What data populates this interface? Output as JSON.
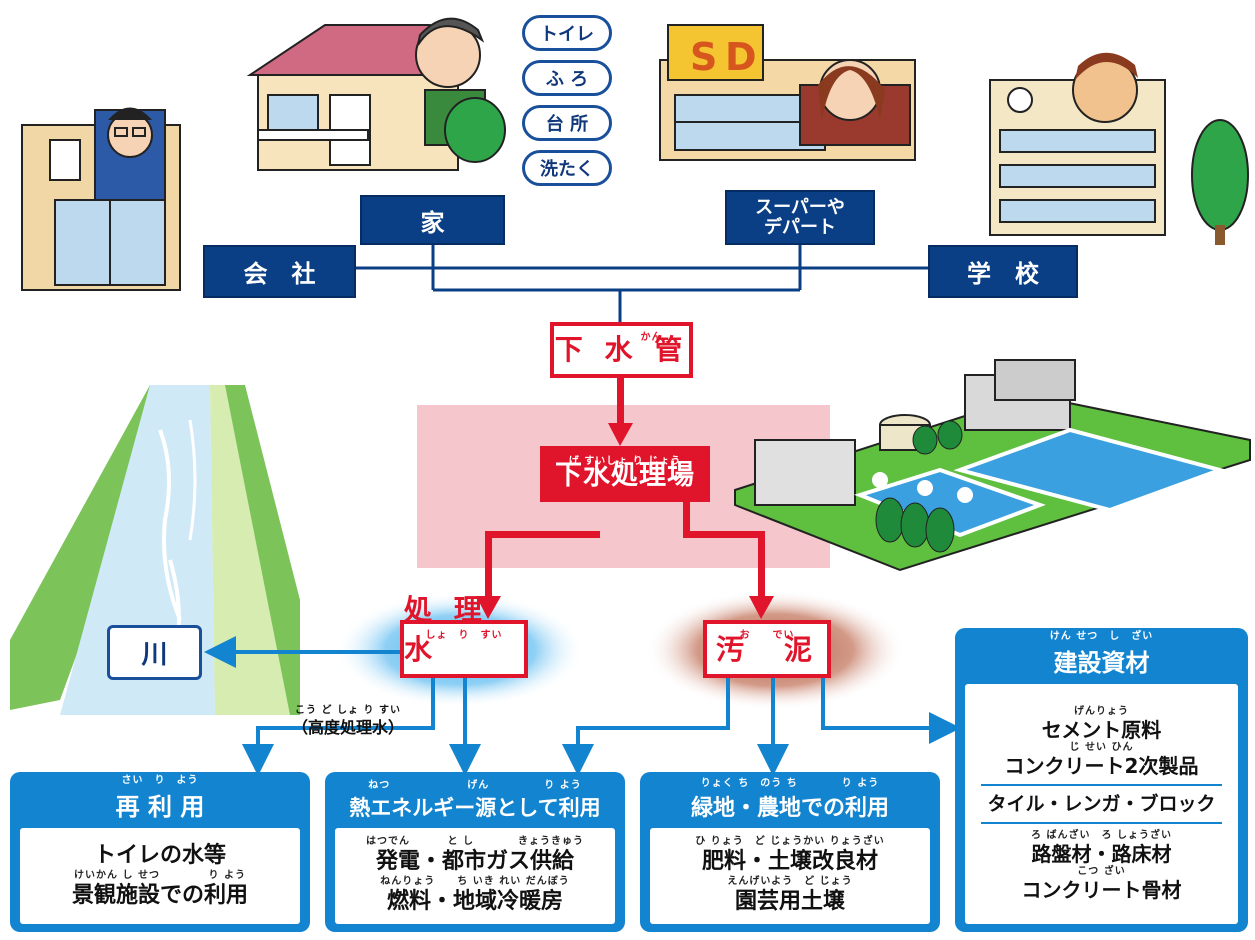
{
  "activities": {
    "toilet": "トイレ",
    "bath": "ふ ろ",
    "kitchen": "台 所",
    "laundry": "洗たく"
  },
  "sources": {
    "home": "家",
    "company": "会　社",
    "supermarket": "スーパーや\nデパート",
    "school": "学　校"
  },
  "sewer_pipe": {
    "label": "下 水 管",
    "ruby": "かん"
  },
  "treatment_plant": {
    "label": "下水処理場",
    "ruby": "げ すいしょ り じょう"
  },
  "treated_water": {
    "label": "処 理 水",
    "ruby": "しょ　り　すい"
  },
  "sludge": {
    "label": "汚　泥",
    "ruby": "お　　でい"
  },
  "river": "川",
  "advanced_treated": {
    "label": "（高度処理水）",
    "ruby": "こう ど しょ り すい"
  },
  "panels": {
    "reuse": {
      "title": "再 利 用",
      "title_ruby": "さい　り　よう",
      "lines": [
        {
          "ruby": "",
          "text": "トイレの水等"
        },
        {
          "ruby": "けいかん し せつ　　　　 り よう",
          "text": "景観施設での利用"
        }
      ]
    },
    "energy": {
      "title": "熱エネルギー源として利用",
      "title_ruby": "ねつ　　　　　　　げん　　　　　り よう",
      "lines": [
        {
          "ruby": "はつでん　　　 と し　　　　きょうきゅう",
          "text": "発電・都市ガス供給"
        },
        {
          "ruby": "ねんりょう　　ち いき れい だんぼう",
          "text": "燃料・地域冷暖房"
        }
      ]
    },
    "green": {
      "title": "緑地・農地での利用",
      "title_ruby": "りょく ち　のう ち　　　　り よう",
      "lines": [
        {
          "ruby": "ひ りょう　ど じょうかい りょうざい",
          "text": "肥料・土壌改良材"
        },
        {
          "ruby": "えんげいよう　ど じょう",
          "text": "園芸用土壌"
        }
      ]
    },
    "construction": {
      "title": "建設資材",
      "title_ruby": "けん せつ　し　ざい",
      "groups": [
        [
          {
            "ruby": "げんりょう",
            "text": "セメント原料"
          },
          {
            "ruby": "じ せい ひん",
            "text": "コンクリート2次製品"
          }
        ],
        [
          {
            "ruby": "",
            "text": "タイル・レンガ・ブロック"
          }
        ],
        [
          {
            "ruby": "ろ ばんざい　ろ しょうざい",
            "text": "路盤材・路床材"
          },
          {
            "ruby": "こつ ざい",
            "text": "コンクリート骨材"
          }
        ]
      ]
    }
  },
  "colors": {
    "navy": "#0a3f86",
    "red": "#e0142a",
    "blue": "#1384d0",
    "pink_band": "#f5c6cc"
  }
}
